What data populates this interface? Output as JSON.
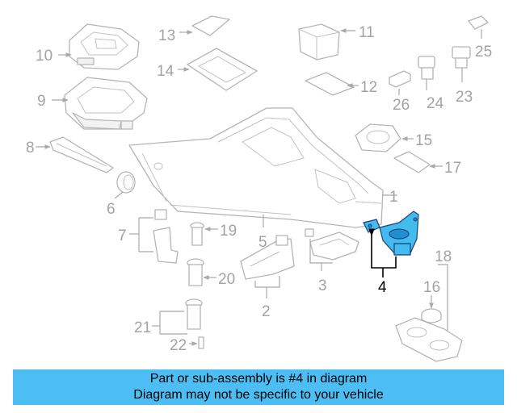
{
  "diagram": {
    "callouts": {
      "c1": "1",
      "c2": "2",
      "c3": "3",
      "c4": "4",
      "c5": "5",
      "c6": "6",
      "c7": "7",
      "c8": "8",
      "c9": "9",
      "c10": "10",
      "c11": "11",
      "c12": "12",
      "c13": "13",
      "c14": "14",
      "c15": "15",
      "c16": "16",
      "c17": "17",
      "c18": "18",
      "c19": "19",
      "c20": "20",
      "c21": "21",
      "c22": "22",
      "c23": "23",
      "c24": "24",
      "c25": "25",
      "c26": "26"
    },
    "highlighted_part": "4",
    "highlight_color": "#43bbef",
    "line_color": "#b5b5b5"
  },
  "banner": {
    "line1": "Part or sub-assembly is #4 in diagram",
    "line2": "Diagram may not be specific to your vehicle",
    "background": "#4cbef3"
  }
}
